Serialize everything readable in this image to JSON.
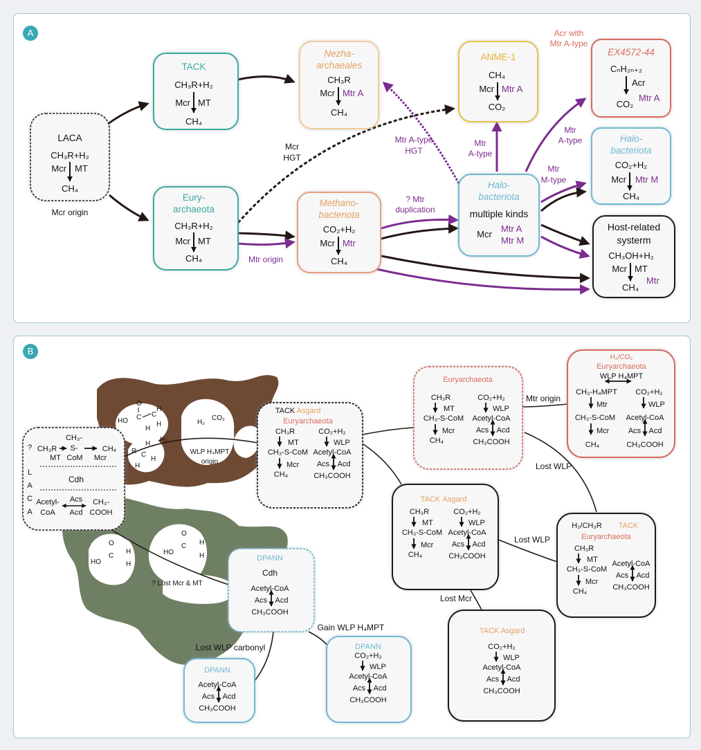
{
  "panel_a": {
    "badge": "A",
    "laca": {
      "title": "LACA",
      "l1": "CH₃R+H₂",
      "mcr": "Mcr",
      "mt": "MT",
      "l3": "CH₄",
      "caption": "Mcr origin"
    },
    "tack": {
      "title": "TACK",
      "l1": "CH₃R+H₂",
      "mcr": "Mcr",
      "mt": "MT",
      "l3": "CH₄"
    },
    "eury": {
      "title1": "Eury-",
      "title2": "archaeota",
      "l1": "CH₃R+H₂",
      "mcr": "Mcr",
      "mt": "MT",
      "l3": "CH₄"
    },
    "nezha": {
      "title1": "Nezha-",
      "title2": "archaeales",
      "l1": "CH₃R",
      "mcr": "Mcr",
      "mtr": "Mtr A",
      "l3": "CH₄"
    },
    "methano": {
      "title1": "Methano-",
      "title2": "bacteriota",
      "l1": "CO₂+H₂",
      "mcr": "Mcr",
      "mtr": "Mtr",
      "l3": "CH₄"
    },
    "anme": {
      "title": "ANME-1",
      "l1": "CH₄",
      "mcr": "Mcr",
      "mtr": "Mtr A",
      "l3": "CO₂"
    },
    "halo_center": {
      "title1": "Halo-",
      "title2": "bacteriota",
      "kinds": "multiple kinds",
      "mcr": "Mcr",
      "mtra": "Mtr A",
      "mtrm": "Mtr M"
    },
    "ex": {
      "title": "EX4572-44",
      "l1": "CₙH₂ₙ₊₂",
      "acr": "Acr",
      "mtr": "Mtr A",
      "l3": "CO₂",
      "note1": "Acr with",
      "note2": "Mtr A-type"
    },
    "halo_right": {
      "title1": "Halo-",
      "title2": "bacteriota",
      "l1": "CO₂+H₂",
      "mcr": "Mcr",
      "mtr": "Mtr M",
      "l3": "CH₄"
    },
    "host": {
      "title1": "Host-related",
      "title2": "systerm",
      "l1": "CH₃OH+H₂",
      "mcr": "Mcr",
      "mt": "MT",
      "l3": "CH₄",
      "mtr": "Mtr"
    },
    "labels": {
      "mcr_hgt1": "Mcr",
      "mcr_hgt2": "HGT",
      "mtr_origin": "Mtr origin",
      "dup1": "? Mtr",
      "dup2": "duplication",
      "atype_hgt1": "Mtr A-type",
      "atype_hgt2": "HGT",
      "atype_up1": "Mtr",
      "atype_up2": "A-type",
      "atype_right1": "Mtr",
      "atype_right2": "A-type",
      "mtype1": "Mtr",
      "mtype2": "M-type"
    }
  },
  "panel_b": {
    "badge": "B",
    "blob": {
      "h2": "H₂",
      "co2": "CO₂",
      "wlp1": "WLP H₄MPT",
      "wlp2": "origin",
      "h2b": "H₂",
      "r": "R",
      "h": "H",
      "o": "O",
      "ho": "HO",
      "c": "C",
      "lost_mcr": "? Lost Mcr & MT"
    },
    "laca": {
      "side": [
        "?",
        "L",
        "A",
        "C",
        "A"
      ],
      "ch3a": "CH₃-",
      "s": "S-",
      "ch3r": "CH₃R",
      "mt": "MT",
      "com": "CoM",
      "ch4": "CH₄",
      "mcr": "Mcr",
      "cdh": "Cdh",
      "acetyl": "Acetyl-",
      "coa": "CoA",
      "acs": "Acs",
      "acd": "Acd",
      "ch3b": "CH₃-",
      "cooh": "COOH"
    },
    "tack_eury": {
      "title_tack": "TACK",
      "title_asgard": "Asgard",
      "title_eury": "Euryarchaeota",
      "ch3r": "CH₃R",
      "mt": "MT",
      "scom": "CH₃-S-CoM",
      "mcr": "Mcr",
      "ch4": "CH₄",
      "co2h2": "CO₂+H₂",
      "wlp": "WLP",
      "acetyl": "Acetyl-CoA",
      "acs": "Acs",
      "acd": "Acd",
      "cooh": "CH₃COOH"
    },
    "eury_mid": {
      "title": "Euryarchaeota",
      "ch3r": "CH₃R",
      "mt": "MT",
      "scom": "CH₃-S-CoM",
      "mcr": "Mcr",
      "ch4": "CH₄",
      "co2h2": "CO₂+H₂",
      "wlp": "WLP",
      "acetyl": "Acetyl-CoA",
      "acs": "Acs",
      "acd": "Acd",
      "cooh": "CH₃COOH"
    },
    "eury_top": {
      "title1": "H₂/CO₂",
      "title2": "Euryarchaeota",
      "wlp": "WLP H₄MPT",
      "h4mpt": "CH₃-H₄MPT",
      "co2h2": "CO₂+H₂",
      "mtr": "Mtr",
      "wlp2": "WLP",
      "scom": "CH₃-S-CoM",
      "acetyl": "Acetyl-CoA",
      "mcr": "Mcr",
      "acs": "Acs",
      "acd": "Acd",
      "ch4": "CH₄",
      "cooh": "CH₃COOH"
    },
    "tack_asgard": {
      "title_tack": "TACK",
      "title_asgard": "Asgard",
      "ch3r": "CH₃R",
      "mt": "MT",
      "scom": "CH₃-S-CoM",
      "mcr": "Mcr",
      "ch4": "CH₄",
      "co2h2": "CO₂+H₂",
      "wlp": "WLP",
      "acetyl": "Acetyl-CoA",
      "acs": "Acs",
      "acd": "Acd",
      "cooh": "CH₃COOH"
    },
    "h2ch3r": {
      "title1": "H₂/CH₃R",
      "title_tack": "TACK",
      "title2": "Euryarchaeota",
      "ch3r": "CH₃R",
      "mt": "MT",
      "scom": "CH₃-S-CoM",
      "mcr": "Mcr",
      "ch4": "CH₄",
      "acetyl": "Acetyl-CoA",
      "acs": "Acs",
      "acd": "Acd",
      "cooh": "CH₃COOH"
    },
    "tack_asgard2": {
      "title_tack": "TACK",
      "title_asgard": "Asgard",
      "co2h2": "CO₂+H₂",
      "wlp": "WLP",
      "acetyl": "Acetyl-CoA",
      "acs": "Acs",
      "acd": "Acd",
      "cooh": "CH₃COOH"
    },
    "dpann_mid": {
      "title": "DPANN",
      "cdh": "Cdh",
      "acetyl": "Acetyl-CoA",
      "acs": "Acs",
      "acd": "Acd",
      "cooh": "CH₃COOH"
    },
    "dpann_left": {
      "title": "DPANN",
      "acetyl": "Acetyl-CoA",
      "acs": "Acs",
      "acd": "Acd",
      "cooh": "CH₃COOH"
    },
    "dpann_right": {
      "title": "DPANN",
      "co2h2": "CO₂+H₂",
      "wlp": "WLP",
      "acetyl": "Acetyl-CoA",
      "acs": "Acs",
      "acd": "Acd",
      "cooh": "CH₃COOH"
    },
    "labels": {
      "mtr_origin": "Mtr origin",
      "lost_wlp1": "Lost WLP",
      "lost_wlp2": "Lost WLP",
      "lost_mcr": "Lost Mcr",
      "gain_wlp": "Gain WLP H₄MPT",
      "lost_carbonyl": "Lost WLP carbonyl"
    }
  },
  "colors": {
    "teal": "#3aa9a0",
    "orange": "#e3a25f",
    "salmon": "#e8a07e",
    "yellow": "#e9c24a",
    "red": "#d86b5f",
    "blue": "#6fb9d3",
    "purple": "#7b2c8f",
    "dark": "#231815",
    "brown": "#6e4a35",
    "green": "#6f7f63"
  }
}
